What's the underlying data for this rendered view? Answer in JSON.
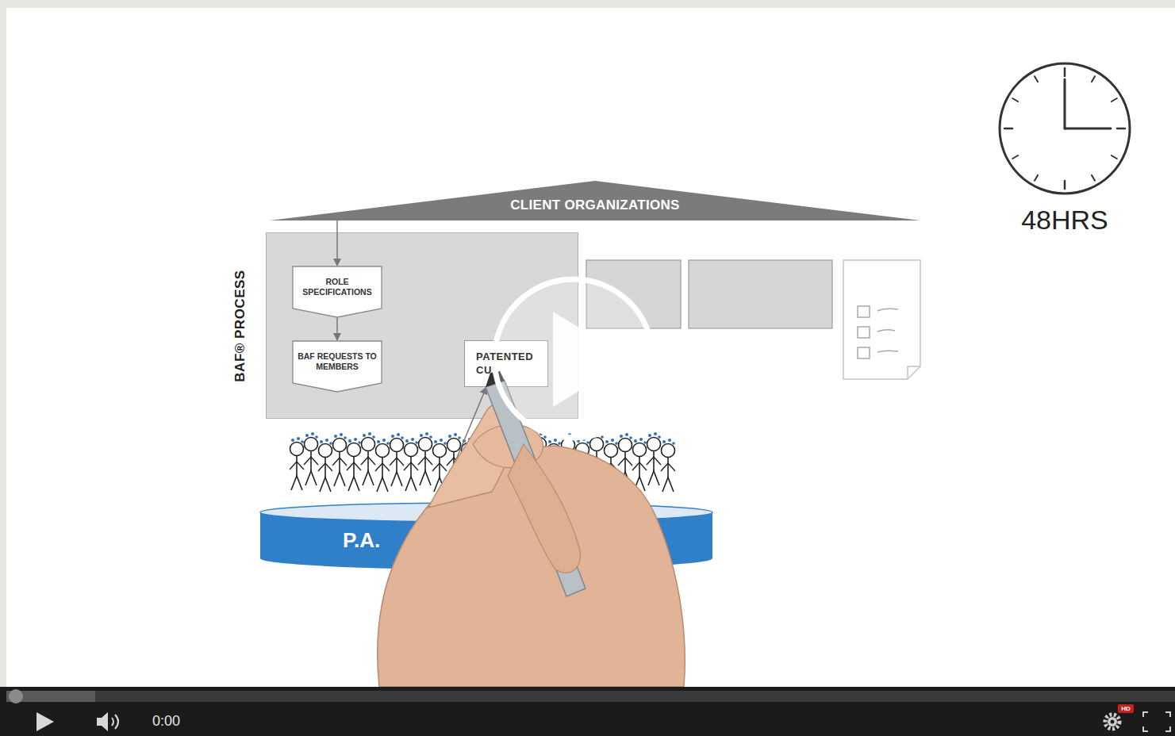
{
  "diagram": {
    "nodes": [
      {
        "text": [
          "CLIENT ORGANIZATIONS"
        ]
      },
      {
        "text": [
          "BAF® PROCESS"
        ]
      },
      {
        "text": [
          "ROLE SPECIFICATIONS"
        ],
        "in": 1
      },
      {
        "text": [
          "BAF REQUESTS TO MEMBERS"
        ],
        "in": 1
      },
      {
        "text": [
          "PATENTED CU"
        ],
        "in": 1
      },
      {
        "text": [
          "P.A."
        ]
      }
    ],
    "edges": [
      {
        "from": 0,
        "to": 2,
        "arrow": "to"
      },
      {
        "from": 2,
        "to": 3,
        "arrow": "to"
      },
      {
        "from": 5,
        "to": 4,
        "arrow": "to"
      }
    ],
    "labels": [
      "48HRS",
      "0:00",
      "HD"
    ]
  }
}
